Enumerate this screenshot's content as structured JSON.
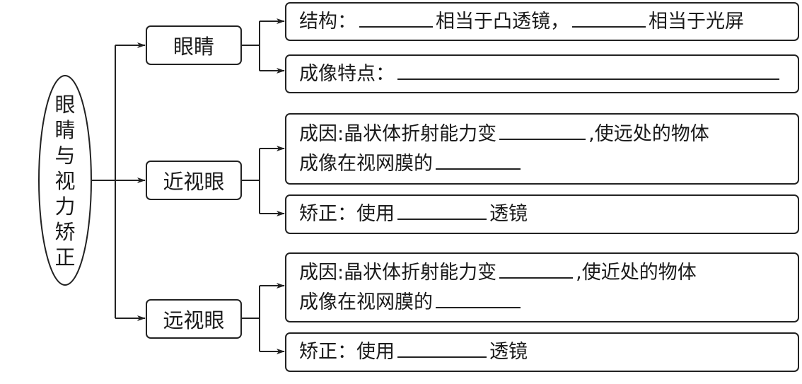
{
  "root": {
    "label": "眼睛与视力矫正",
    "chars": [
      "眼",
      "睛",
      "与",
      "视",
      "力",
      "矫",
      "正"
    ]
  },
  "branches": [
    {
      "label": "眼睛",
      "items": [
        {
          "lines": [
            [
              "结构：",
              "___",
              "相当于凸透镜，",
              "___",
              "相当于光屏"
            ]
          ]
        },
        {
          "lines": [
            [
              "成像特点：",
              "___"
            ]
          ]
        }
      ]
    },
    {
      "label": "近视眼",
      "items": [
        {
          "lines": [
            [
              "成因:晶状体折射能力变",
              "___",
              ",使远处的物体"
            ],
            [
              "成像在视网膜的",
              "___"
            ]
          ]
        },
        {
          "lines": [
            [
              "矫正：使用",
              "___",
              "透镜"
            ]
          ]
        }
      ]
    },
    {
      "label": "远视眼",
      "items": [
        {
          "lines": [
            [
              "成因:晶状体折射能力变",
              "___",
              ",使近处的物体"
            ],
            [
              "成像在视网膜的",
              "___"
            ]
          ]
        },
        {
          "lines": [
            [
              "矫正：使用",
              "___",
              "透镜"
            ]
          ]
        }
      ]
    }
  ],
  "text": {
    "b0i0_a": "结构：",
    "b0i0_b": "相当于凸透镜，",
    "b0i0_c": "相当于光屏",
    "b0i1_a": "成像特点：",
    "b1i0_a": "成因:晶状体折射能力变",
    "b1i0_b": ",使远处的物体",
    "b1i0_c": "成像在视网膜的",
    "b1i1_a": "矫正：使用",
    "b1i1_b": "透镜",
    "b2i0_a": "成因:晶状体折射能力变",
    "b2i0_b": ",使近处的物体",
    "b2i0_c": "成像在视网膜的",
    "b2i1_a": "矫正：使用",
    "b2i1_b": "透镜"
  }
}
